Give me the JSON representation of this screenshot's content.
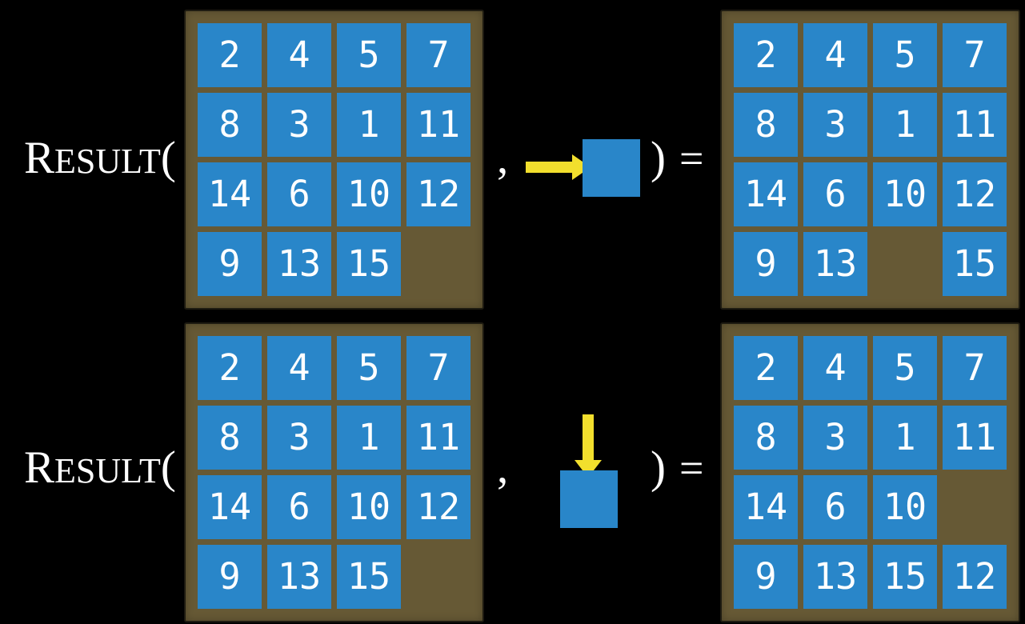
{
  "colors": {
    "background": "#000000",
    "tile": "#2986C9",
    "board": "#665935",
    "boardBorder": "#1E1B11",
    "arrow": "#F2DF2D",
    "text": "#FFFFFF"
  },
  "formula": {
    "name_initial": "R",
    "name_rest": "ESULT",
    "open_paren": "(",
    "comma": ",",
    "close_paren": ")",
    "equals": "="
  },
  "rows": [
    {
      "action_direction": "right",
      "input_grid": [
        [
          2,
          4,
          5,
          7
        ],
        [
          8,
          3,
          1,
          11
        ],
        [
          14,
          6,
          10,
          12
        ],
        [
          9,
          13,
          15,
          null
        ]
      ],
      "output_grid": [
        [
          2,
          4,
          5,
          7
        ],
        [
          8,
          3,
          1,
          11
        ],
        [
          14,
          6,
          10,
          12
        ],
        [
          9,
          13,
          null,
          15
        ]
      ]
    },
    {
      "action_direction": "down",
      "input_grid": [
        [
          2,
          4,
          5,
          7
        ],
        [
          8,
          3,
          1,
          11
        ],
        [
          14,
          6,
          10,
          12
        ],
        [
          9,
          13,
          15,
          null
        ]
      ],
      "output_grid": [
        [
          2,
          4,
          5,
          7
        ],
        [
          8,
          3,
          1,
          11
        ],
        [
          14,
          6,
          10,
          null
        ],
        [
          9,
          13,
          15,
          12
        ]
      ]
    }
  ]
}
